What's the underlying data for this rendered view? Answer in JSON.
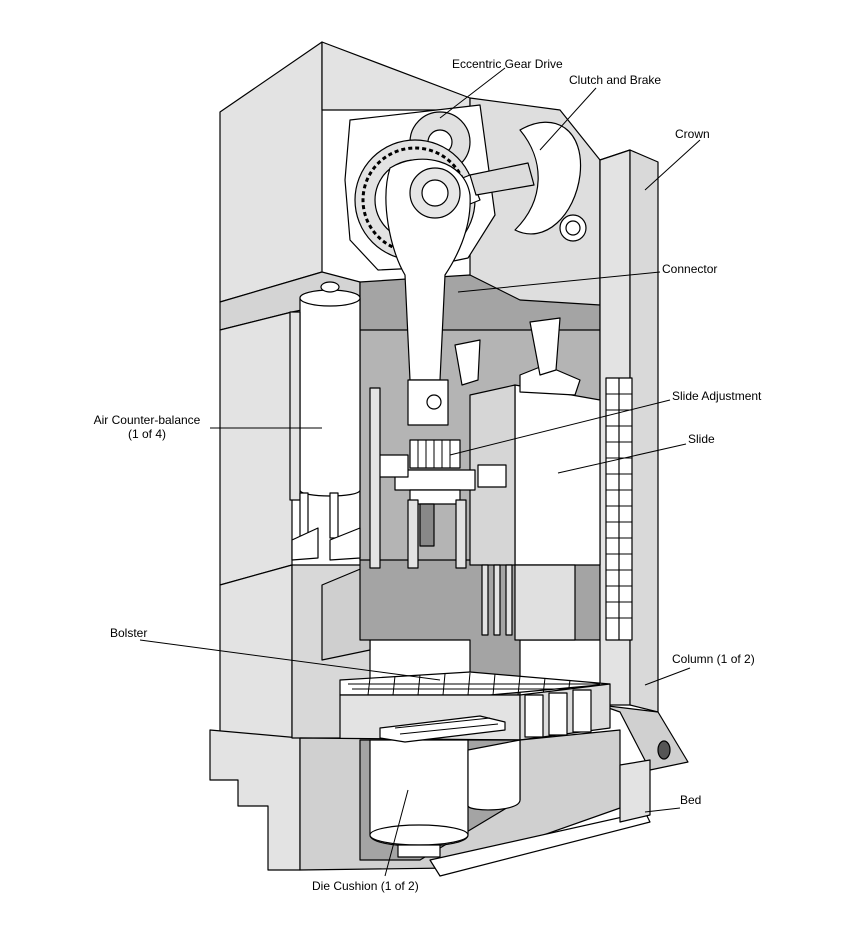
{
  "labels": {
    "eccentric_gear_drive": "Eccentric Gear Drive",
    "clutch_and_brake": "Clutch and Brake",
    "crown": "Crown",
    "connector": "Connector",
    "slide_adjustment": "Slide Adjustment",
    "slide": "Slide",
    "air_counterbalance_line1": "Air Counter-balance",
    "air_counterbalance_line2": "(1 of 4)",
    "bolster": "Bolster",
    "column": "Column (1 of 2)",
    "bed": "Bed",
    "die_cushion": "Die Cushion (1 of 2)"
  },
  "colors": {
    "light_gray": "#e3e3e3",
    "mid_gray": "#c8c8c8",
    "dark_gray": "#a4a4a4",
    "outline": "#000000",
    "white": "#ffffff"
  }
}
